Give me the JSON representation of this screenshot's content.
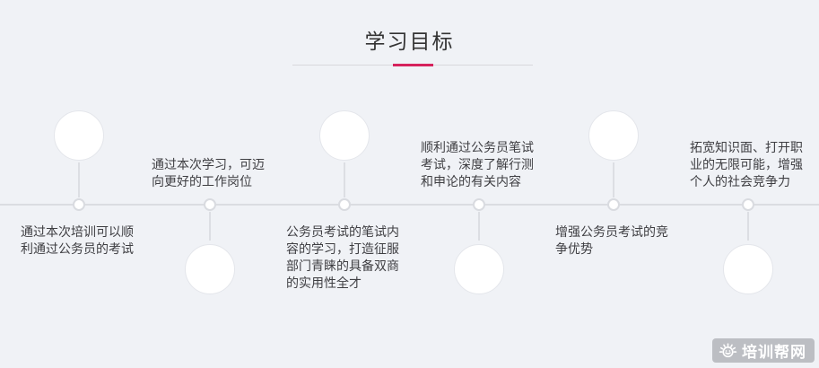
{
  "header": {
    "title": "学习目标"
  },
  "timeline": {
    "goals": [
      {
        "position": "below",
        "text": "通过本次培训可以顺利通过公务员的考试"
      },
      {
        "position": "above",
        "text": "通过本次学习，可迈向更好的工作岗位"
      },
      {
        "position": "below",
        "text": "公务员考试的笔试内容的学习，打造征服部门青睐的具备双商的实用性全才"
      },
      {
        "position": "above",
        "text": "顺利通过公务员笔试考试，深度了解行测和申论的有关内容"
      },
      {
        "position": "below",
        "text": "增强公务员考试的竞争优势"
      },
      {
        "position": "above",
        "text": "拓宽知识面、打开职业的无限可能，增强个人的社会竞争力"
      }
    ]
  },
  "watermark": {
    "label": "培训帮网",
    "icon": "sun-face-icon"
  },
  "colors": {
    "background": "#f0f2f6",
    "accent": "#d6225c",
    "title_text": "#333333",
    "body_text": "#3e3e42",
    "axis_line": "#dadce1",
    "circle_border": "#e4e6eb",
    "watermark_bg": "#bcbec3",
    "watermark_text": "#ffffff"
  }
}
